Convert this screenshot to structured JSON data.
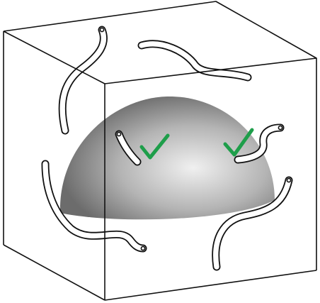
{
  "diagram": {
    "colors": {
      "background": "#ffffff",
      "stroke": "#111111",
      "worm_fill": "#ffffff",
      "check": "#1e9e4a",
      "dome_highlight": "#f0f0f0",
      "dome_mid": "#b4b4b4",
      "dome_edge": "#6c6c6c"
    },
    "elements": {
      "container": "wireframe-cube",
      "surface": "shaded-hemisphere",
      "free_particles": 6,
      "bound_particles": 2,
      "check_marks": 2
    }
  }
}
